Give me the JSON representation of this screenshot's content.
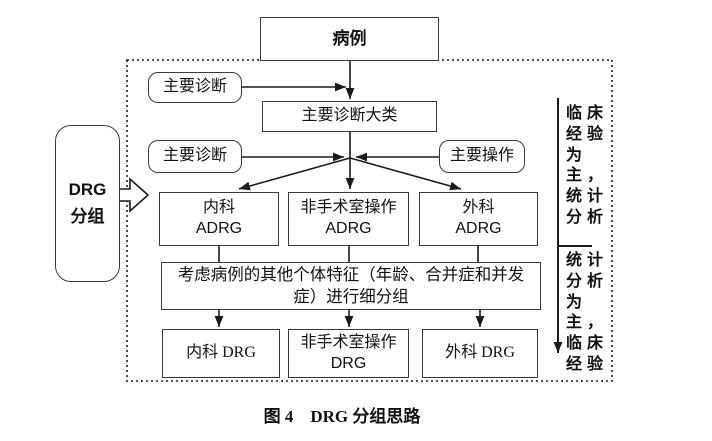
{
  "caption": "图 4　DRG 分组思路",
  "nodes": {
    "case": "病例",
    "primary_dx_top": "主要诊断",
    "primary_dx_mid": "主要诊断",
    "mdc": "主要诊断大类",
    "primary_op": "主要操作",
    "adrg_medical": {
      "line1": "内科",
      "line2": "ADRG"
    },
    "adrg_non_or": {
      "line1": "非手术室操作",
      "line2": "ADRG"
    },
    "adrg_surgical": {
      "line1": "外科",
      "line2": "ADRG"
    },
    "refine": "考虑病例的其他个体特征（年龄、合并症和并发\n症）进行细分组",
    "drg_medical": "内科 DRG",
    "drg_non_or": {
      "line1": "非手术室操作",
      "line2": "DRG"
    },
    "drg_surgical": "外科 DRG",
    "drg_grouping": {
      "line1": "DRG",
      "line2": "分组"
    }
  },
  "annotations": {
    "upper": "临床\n经验\n为\n主，\n统计\n分析",
    "lower": "统计\n分析\n为\n主，\n临床\n经验"
  },
  "colors": {
    "line": "#1a1a1a",
    "border": "#3a3a3a",
    "background": "#ffffff",
    "text": "#111111"
  }
}
